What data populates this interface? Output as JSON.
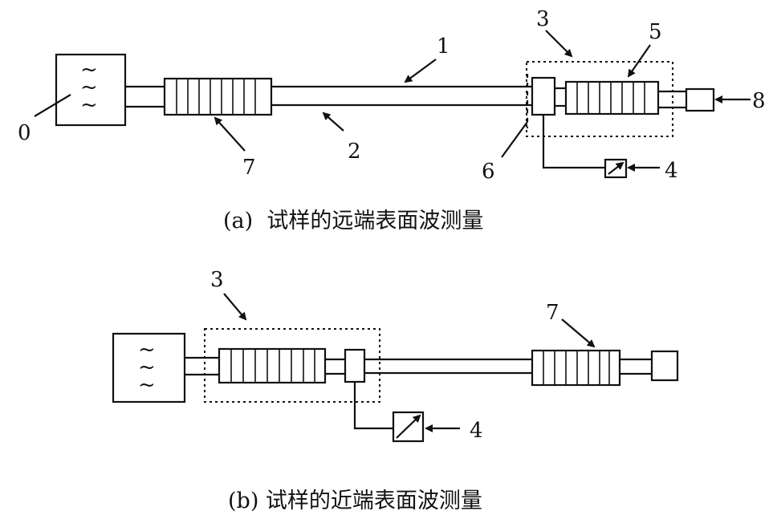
{
  "diagram_a": {
    "caption": "(a)  试样的远端表面波测量",
    "labels": {
      "n0": "0",
      "n1": "1",
      "n2": "2",
      "n3": "3",
      "n4": "4",
      "n5": "5",
      "n6": "6",
      "n7": "7",
      "n8": "8"
    },
    "source_symbols": [
      "~",
      "~",
      "~"
    ]
  },
  "diagram_b": {
    "caption": "(b) 试样的近端表面波测量",
    "labels": {
      "n3": "3",
      "n4": "4",
      "n7": "7"
    },
    "source_symbols": [
      "~",
      "~",
      "~"
    ]
  }
}
